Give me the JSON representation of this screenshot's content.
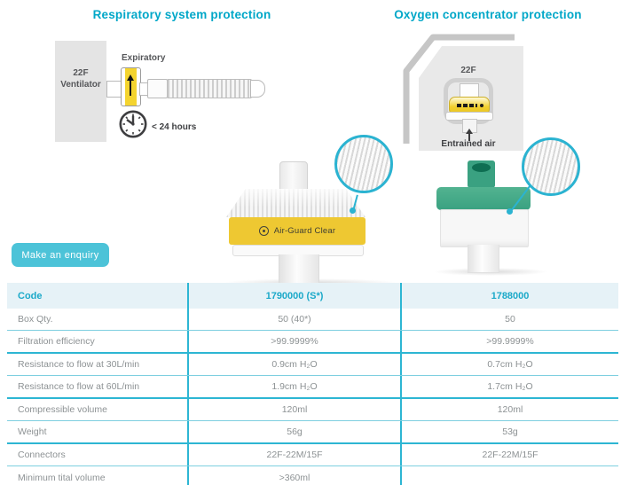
{
  "titles": {
    "left": "Respiratory system protection",
    "right": "Oxygen concentrator protection"
  },
  "left_diagram": {
    "port": "22F",
    "device": "Ventilator",
    "filter_label": "Expiratory",
    "duration": "< 24 hours"
  },
  "right_diagram": {
    "port": "22F",
    "air": "Entrained air"
  },
  "product": {
    "label": "Air-Guard Clear"
  },
  "enquiry": {
    "label": "Make an enquiry"
  },
  "table": {
    "header": [
      "Code",
      "1790000 (S*)",
      "1788000"
    ],
    "rows": [
      [
        "Box Qty.",
        "50 (40*)",
        "50"
      ],
      [
        "Filtration efficiency",
        ">99.9999%",
        ">99.9999%"
      ],
      [
        "Resistance to flow at 30L/min",
        "0.9cm H₂O",
        "0.7cm H₂O"
      ],
      [
        "Resistance to flow at 60L/min",
        "1.9cm H₂O",
        "1.7cm H₂O"
      ],
      [
        "Compressible volume",
        "120ml",
        "120ml"
      ],
      [
        "Weight",
        "56g",
        "53g"
      ],
      [
        "Connectors",
        "22F-22M/15F",
        "22F-22M/15F"
      ],
      [
        "Minimum tital volume",
        ">360ml",
        ""
      ]
    ]
  },
  "colors": {
    "accent_teal": "#00a7c8",
    "table_line": "#2db6d3",
    "table_header_bg": "#e6f2f7",
    "button_bg": "#4cc3d8",
    "product_yellow": "#eec832",
    "product_green": "#3aa181",
    "diagram_yellow": "#f4d42f",
    "text_gray": "#8d9294",
    "label_dark": "#56575a"
  }
}
